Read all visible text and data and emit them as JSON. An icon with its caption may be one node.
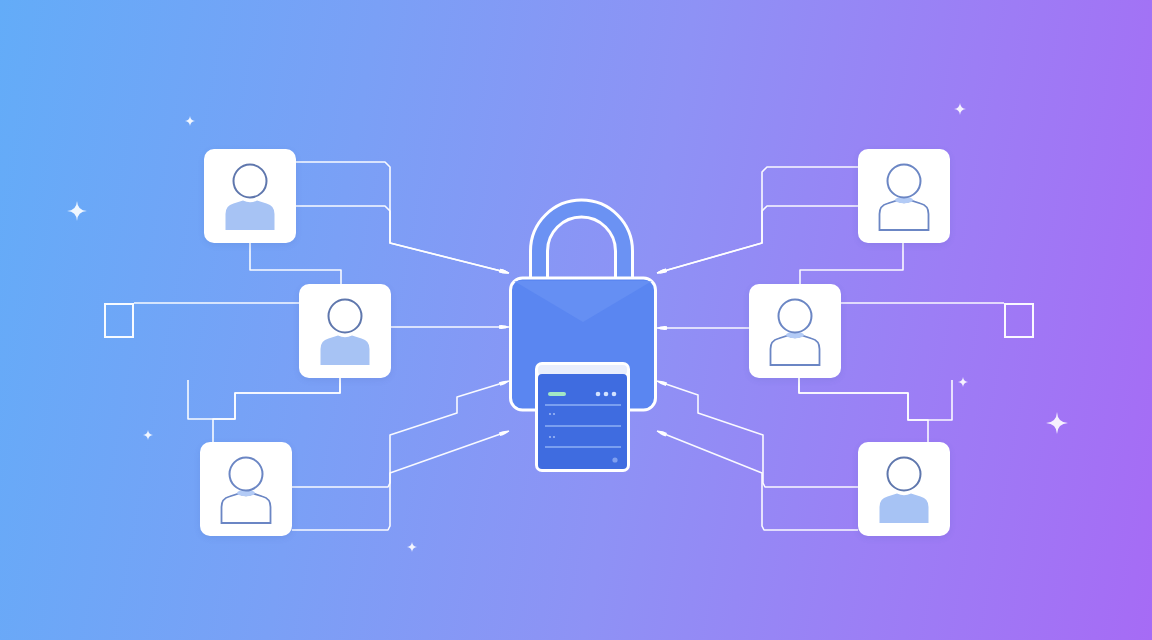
{
  "diagram": {
    "nodes": [
      {
        "text": [],
        "shape": "person"
      },
      {
        "text": [],
        "shape": "person"
      },
      {
        "text": [],
        "shape": "person"
      },
      {
        "text": [],
        "shape": "person"
      },
      {
        "text": [],
        "shape": "person"
      },
      {
        "text": [],
        "shape": "person"
      },
      {
        "text": [],
        "shape": "picture"
      },
      {
        "text": [],
        "shape": "box"
      },
      {
        "text": [],
        "shape": "box"
      }
    ],
    "edges": [
      {
        "from": 0,
        "to": 6,
        "arrow": "to"
      },
      {
        "from": 0,
        "to": 6,
        "arrow": "to"
      },
      {
        "from": 0,
        "to": 1,
        "arrow": "none"
      },
      {
        "from": 7,
        "to": 1,
        "arrow": "none"
      },
      {
        "from": 1,
        "to": 6,
        "arrow": "to"
      },
      {
        "from": 1,
        "to": 2,
        "arrow": "none"
      },
      {
        "from": 1,
        "to": null,
        "arrow": "none"
      },
      {
        "from": 2,
        "to": 6,
        "arrow": "to"
      },
      {
        "from": 2,
        "to": 6,
        "arrow": "to"
      },
      {
        "from": 3,
        "to": 6,
        "arrow": "to"
      },
      {
        "from": 3,
        "to": 6,
        "arrow": "to"
      },
      {
        "from": 3,
        "to": 4,
        "arrow": "none"
      },
      {
        "from": 8,
        "to": 4,
        "arrow": "none"
      },
      {
        "from": 4,
        "to": 6,
        "arrow": "to"
      },
      {
        "from": 4,
        "to": 5,
        "arrow": "none"
      },
      {
        "from": 4,
        "to": null,
        "arrow": "none"
      },
      {
        "from": 5,
        "to": 6,
        "arrow": "to"
      },
      {
        "from": 5,
        "to": 6,
        "arrow": "to"
      }
    ]
  }
}
